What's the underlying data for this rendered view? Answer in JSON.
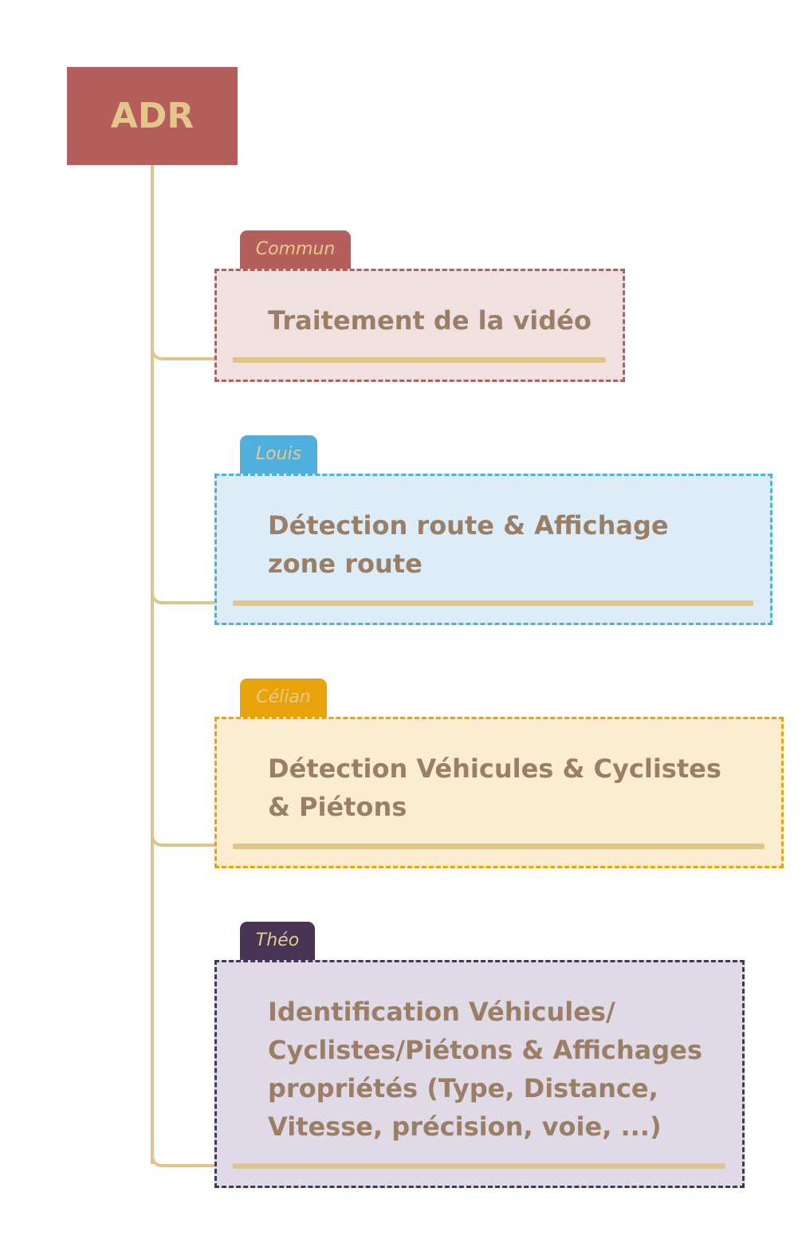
{
  "root": {
    "label": "ADR",
    "color": "#b55e5c",
    "text_color": "#e2c68b"
  },
  "connector_color": "#dfc58c",
  "branches": [
    {
      "tag": "Commun",
      "text": "Traitement de la vidéo",
      "accent": "#b55e5c",
      "fill": "#f1e0e0"
    },
    {
      "tag": "Louis",
      "text": "Détection route & Affichage zone route",
      "accent": "#4fb0df",
      "fill": "#dcedf7"
    },
    {
      "tag": "Célian",
      "text": "Détection Véhicules & Cyclistes & Piétons",
      "accent": "#e8a20a",
      "fill": "#fcedd0"
    },
    {
      "tag": "Théo",
      "text": "Identification Véhicules/ Cyclistes/Piétons & Affichages propriétés (Type, Distance, Vitesse, précision, voie, ...)",
      "accent": "#483455",
      "fill": "#e0d9e6"
    }
  ]
}
